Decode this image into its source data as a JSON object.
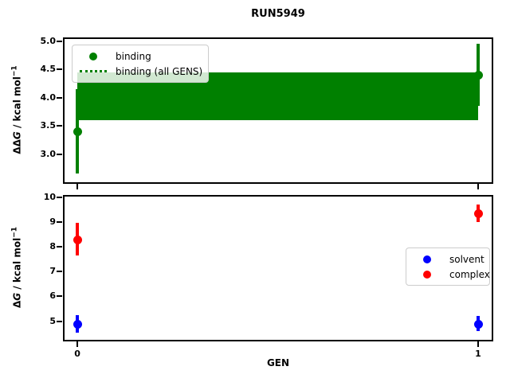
{
  "title": "RUN5949",
  "chart_data": {
    "type": "errorbar",
    "suptitle": "RUN5949",
    "xlabel": "GEN",
    "grid": false,
    "subplots": [
      {
        "type": "errorbar",
        "position": "top",
        "ylabel": {
          "prefix": "ΔΔ",
          "italic": "G",
          "rest": " / kcal mol",
          "sup": "−1",
          "text": "ΔΔG / kcal mol−1"
        },
        "ylim": [
          2.5,
          5.05
        ],
        "xlim": [
          -0.034,
          1.034
        ],
        "yticks": [
          {
            "v": 5.0,
            "label": "5.0"
          },
          {
            "v": 4.5,
            "label": "4.5"
          },
          {
            "v": 4.0,
            "label": "4.0"
          },
          {
            "v": 3.5,
            "label": "3.5"
          },
          {
            "v": 3.0,
            "label": "3.0"
          }
        ],
        "xticks": [
          {
            "v": 0,
            "label": ""
          },
          {
            "v": 1,
            "label": ""
          }
        ],
        "series": [
          {
            "name": "binding",
            "color": "#008000",
            "points": [
              {
                "x": 0,
                "y": 3.4,
                "err": 0.75
              },
              {
                "x": 1,
                "y": 4.4,
                "err": 0.55
              }
            ]
          }
        ],
        "band": {
          "name": "binding (all GENS)",
          "color": "#008000",
          "x0": 0,
          "x1": 1,
          "y_low": 3.6,
          "y_high": 4.45,
          "center": 4.02,
          "center_line_style": "dotted"
        },
        "legend": {
          "loc": "upper left",
          "entries": [
            {
              "label": "binding",
              "marker": "dot",
              "color": "#008000"
            },
            {
              "label": "binding (all GENS)",
              "marker": "dotted-line",
              "color": "#008000"
            }
          ]
        }
      },
      {
        "type": "errorbar",
        "position": "bottom",
        "ylabel": {
          "prefix": "Δ",
          "italic": "G",
          "rest": " / kcal mol",
          "sup": "−1",
          "text": "ΔG / kcal mol−1"
        },
        "ylim": [
          4.25,
          10.05
        ],
        "xlim": [
          -0.034,
          1.034
        ],
        "xlabel": "GEN",
        "yticks": [
          {
            "v": 10,
            "label": "10"
          },
          {
            "v": 9,
            "label": "9"
          },
          {
            "v": 8,
            "label": "8"
          },
          {
            "v": 7,
            "label": "7"
          },
          {
            "v": 6,
            "label": "6"
          },
          {
            "v": 5,
            "label": "5"
          }
        ],
        "xticks": [
          {
            "v": 0,
            "label": "0"
          },
          {
            "v": 1,
            "label": "1"
          }
        ],
        "series": [
          {
            "name": "solvent",
            "color": "#0000ff",
            "points": [
              {
                "x": 0,
                "y": 4.9,
                "err": 0.35
              },
              {
                "x": 1,
                "y": 4.9,
                "err": 0.3
              }
            ]
          },
          {
            "name": "complex",
            "color": "#ff0000",
            "points": [
              {
                "x": 0,
                "y": 8.3,
                "err": 0.65
              },
              {
                "x": 1,
                "y": 9.35,
                "err": 0.35
              }
            ]
          }
        ],
        "legend": {
          "loc": "center right",
          "entries": [
            {
              "label": "solvent",
              "marker": "dot",
              "color": "#0000ff"
            },
            {
              "label": "complex",
              "marker": "dot",
              "color": "#ff0000"
            }
          ]
        }
      }
    ]
  }
}
